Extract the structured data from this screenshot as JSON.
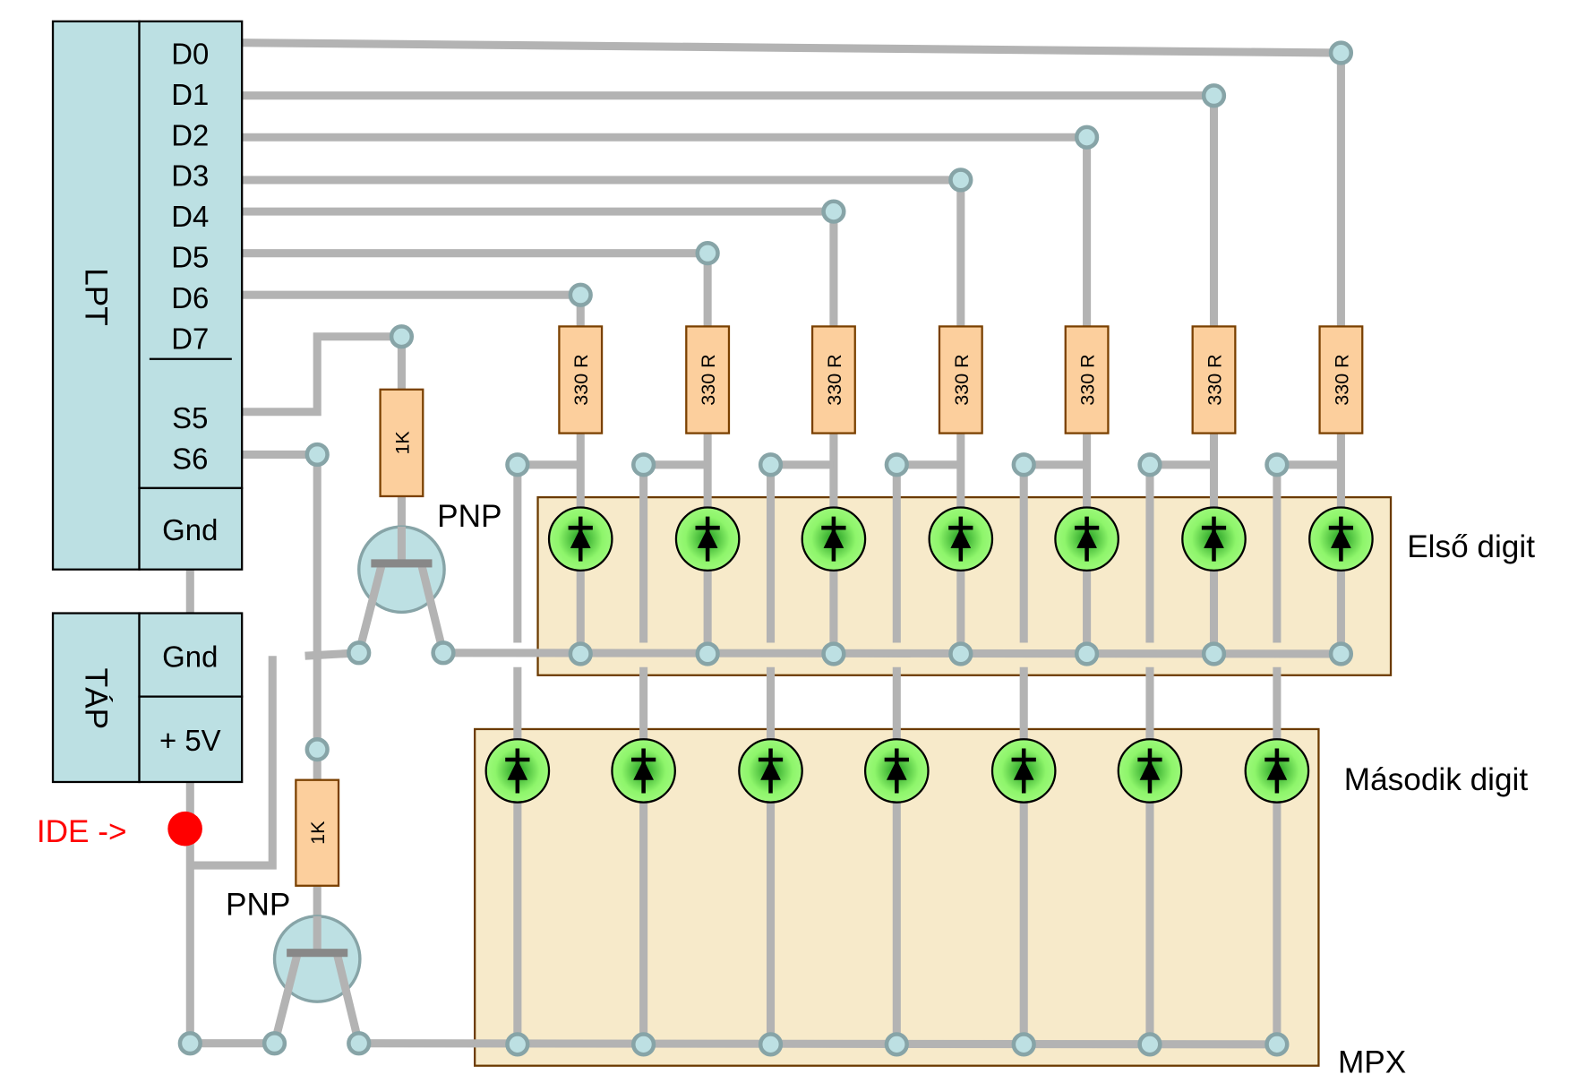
{
  "lpt": {
    "title": "LPT",
    "data_pins": [
      "D0",
      "D1",
      "D2",
      "D3",
      "D4",
      "D5",
      "D6",
      "D7"
    ],
    "status_pins": [
      "S5",
      "S6"
    ],
    "gnd": "Gnd"
  },
  "psu": {
    "title": "TÁP",
    "gnd": "Gnd",
    "vcc": "+ 5V"
  },
  "marker": {
    "label": "IDE ->",
    "color": "#ff0000"
  },
  "segment_resistor_label": "330 R",
  "base_resistor_label": "1K",
  "transistor_label": "PNP",
  "digit1_label": "Első digit",
  "digit2_label": "Második digit",
  "mpx_label": "MPX",
  "colors": {
    "wire": "#b3b3b3",
    "node": "#bde0e3",
    "panel": "#f7eaca",
    "resistor": "#fccf9d",
    "led": "#7cf05a",
    "connector": "#bce0e3"
  }
}
